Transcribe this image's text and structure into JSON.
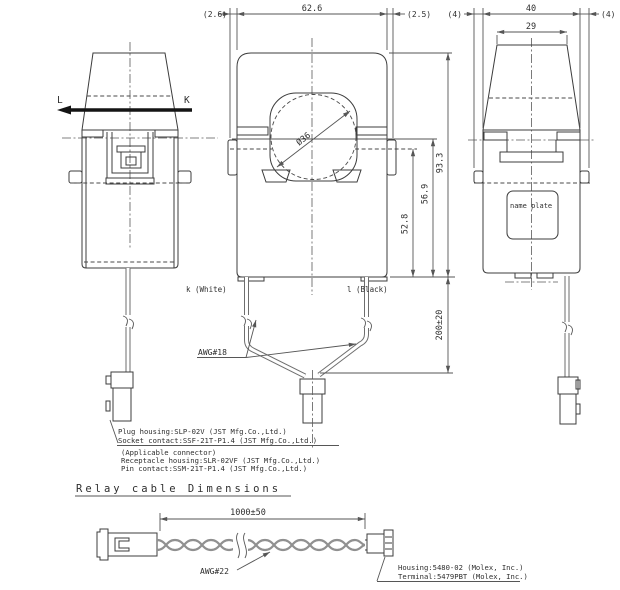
{
  "colors": {
    "line": "#3c3c3c",
    "dim": "#565656",
    "wire": "#909090",
    "background": "#ffffff"
  },
  "views": {
    "side_left": {
      "label_l": "L",
      "label_k": "K"
    },
    "front": {
      "aperture_dia": "Ø36"
    },
    "side_right": {
      "name_plate": "name plate"
    }
  },
  "dims": {
    "top_left": "(2.6)",
    "top_width": "62.6",
    "top_right": "(2.5)",
    "r_left": "(4)",
    "r_width": "40",
    "r_inner": "29",
    "r_right": "(4)",
    "h_52": "52.8",
    "h_56": "56.9",
    "h_93": "93.3",
    "wire_len": "200±20",
    "cable_len": "1000±50"
  },
  "labels": {
    "wire_k": "k (White)",
    "wire_l": "l (Black)",
    "awg18": "AWG#18",
    "awg22": "AWG#22"
  },
  "notes": {
    "plug": "Plug housing:SLP-02V (JST Mfg.Co.,Ltd.)",
    "socket": "Socket contact:SSF-21T-P1.4 (JST Mfg.Co.,Ltd.)",
    "applicable": "(Applicable connector)",
    "receptacle": "Receptacle housing:SLR-02VF (JST Mfg.Co.,Ltd.)",
    "pin": "Pin contact:SSM-21T-P1.4 (JST Mfg.Co.,Ltd.)",
    "housing": "Housing:5480-02 (Molex, Inc.)",
    "terminal": "Terminal:5479PBT (Molex, Inc.)"
  },
  "headings": {
    "relay": "Relay cable Dimensions"
  }
}
